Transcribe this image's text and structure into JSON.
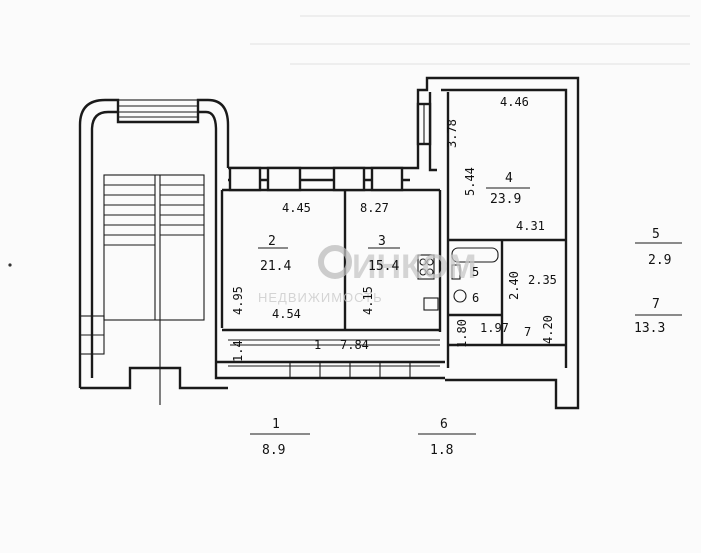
{
  "watermark": {
    "brand": "ИНКОМ",
    "sub": "НЕДВИЖИМОСТЬ"
  },
  "rooms": [
    {
      "num": "1",
      "area": "8.9",
      "dim": "7.84"
    },
    {
      "num": "2",
      "area": "21.4",
      "dims": [
        "4.45",
        "4.95",
        "4.54"
      ]
    },
    {
      "num": "3",
      "area": "15.4",
      "dims": [
        "8.27",
        "4.15"
      ]
    },
    {
      "num": "4",
      "area": "23.9",
      "dims": [
        "4.46",
        "3.78",
        "5.44",
        "4.31"
      ]
    },
    {
      "num": "5",
      "area": "2.9",
      "dim": "2.40"
    },
    {
      "num": "6",
      "area": "1.8",
      "dim": "1.80"
    },
    {
      "num": "7",
      "area": "13.3",
      "dims": [
        "2.35",
        "1.97",
        "4.20"
      ]
    }
  ],
  "misc_dims": [
    "1.4"
  ]
}
